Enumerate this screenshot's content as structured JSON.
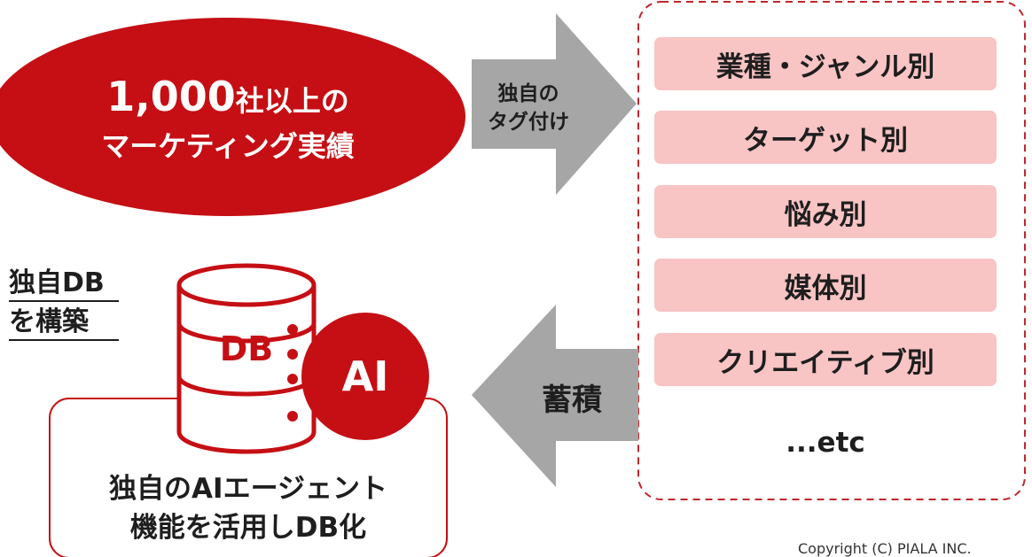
{
  "achievement": {
    "line1_number": "1,000",
    "line1_suffix": "社以上の",
    "line2": "マーケティング実績"
  },
  "tag_arrow_label": [
    "独自の",
    "タグ付け"
  ],
  "tags": [
    "業種・ジャンル別",
    "ターゲット別",
    "悩み別",
    "媒体別",
    "クリエイティブ別"
  ],
  "tags_etc": "...etc",
  "accumulate_arrow_label": "蓄積",
  "db_build_label": [
    "独自DB",
    "を構築"
  ],
  "db_icon_label": "DB",
  "ai_badge_label": "AI",
  "agent_box_text": [
    "独自のAIエージェント",
    "機能を活用しDB化"
  ],
  "copyright": "Copyright (C) PIALA INC.",
  "colors": {
    "brand_red": "#c50f14",
    "tag_pink": "#f8c4c4",
    "arrow_gray": "#a6a6a6",
    "dashed_border": "#c0262c",
    "text_dark": "#1e1e1e"
  }
}
